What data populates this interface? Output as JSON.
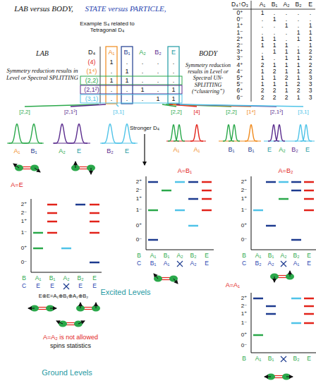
{
  "diagram": {
    "title": "LAB versus BODY,",
    "labels": [
      "STATE versus PARTICLE,",
      "D₄↑O₃",
      "A₁",
      "B₁",
      "A₂",
      "B₂",
      "E",
      "0⁺",
      "1",
      ".",
      ".",
      ".",
      ".",
      "0⁻",
      ".",
      "1",
      ".",
      ".",
      ".",
      "1⁺",
      ".",
      ".",
      "1",
      ".",
      "1",
      "1⁻",
      ".",
      ".",
      ".",
      "1",
      "1",
      "2⁺",
      "1",
      "1",
      ".",
      "1",
      "1",
      "2⁻",
      "1",
      "1",
      "1",
      ".",
      "1",
      "3⁺",
      ".",
      "1",
      "1",
      "1",
      "2",
      "3⁻",
      "1",
      ".",
      "1",
      "1",
      "2",
      "4⁺",
      "2",
      "1",
      "1",
      "1",
      "2",
      "4⁻",
      "1",
      "2",
      "1",
      "1",
      "2",
      "5⁺",
      "1",
      "1",
      "2",
      "1",
      "3",
      "5⁻",
      "1",
      "1",
      "1",
      "2",
      "3",
      "6⁺",
      "2",
      "2",
      "1",
      "2",
      "3",
      "6⁻",
      "2",
      "2",
      "2",
      "1",
      "3",
      "LAB",
      "Symmetry reduction results in Level or Spectral SPLITTING",
      "Example S₄ related to Tetragonal D₄",
      "BODY",
      "Symmetry reduction results in Level or Spectral UN-SPLITTING (“clustering”)",
      "D₄",
      "A₁",
      "B₁",
      "A₂",
      "B₂",
      "E",
      "(4)",
      "1",
      ".",
      ".",
      ".",
      ".",
      "(1⁴)",
      ".",
      "1",
      ".",
      ".",
      ".",
      "(2,2)",
      "1",
      "1",
      ".",
      ".",
      ".",
      "(2,1²)",
      ".",
      ".",
      "1",
      ".",
      "1",
      "(3,1)",
      ".",
      ".",
      ".",
      "1",
      "1",
      "[2,2]",
      "[2,1²]",
      "[3,1]",
      "A₁",
      "B₁",
      "A₂",
      "E",
      "B₂",
      "E",
      "[2,2]",
      "[4]",
      "[2,2]",
      "[1⁴]",
      "[2,1²]",
      "[3,1]",
      "Stronger D₄",
      "A₁",
      "A₁",
      "B₁",
      "B₁",
      "E",
      "A₂",
      "B₂",
      "E",
      "A=E",
      "2⁺",
      "2⁻",
      "1⁺",
      "1⁻",
      "0⁺",
      "0⁻",
      "B",
      "A₁",
      "B₁",
      "A₂",
      "B₂",
      "E",
      "C",
      "E",
      "E",
      "E",
      "E",
      "E⊗E=A₁⊕B₁⊕A₂⊕B₂",
      "Excited Levels",
      "A=B₁",
      "2⁺",
      "2⁻",
      "1⁺",
      "1⁻",
      "0⁺",
      "0⁻",
      "B",
      "A₁",
      "B₁",
      "A₂",
      "B₂",
      "E",
      "C",
      "B₁",
      "A₁",
      "A₂",
      "E",
      "A=B₂",
      "2⁺",
      "2⁻",
      "1⁺",
      "1⁻",
      "0⁺",
      "0⁻",
      "B",
      "A₁",
      "B₁",
      "A₂",
      "B₂",
      "E",
      "C",
      "B₂",
      "A₂",
      "A₁",
      "E",
      "A=A₁",
      "2⁺",
      "2⁻",
      "1⁺",
      "1⁻",
      "0⁺",
      "0⁻",
      "B",
      "A₁",
      "B₁",
      "B₂",
      "E",
      "A=A₂ is not allowed",
      "spins statistics",
      "Ground Levels"
    ]
  }
}
